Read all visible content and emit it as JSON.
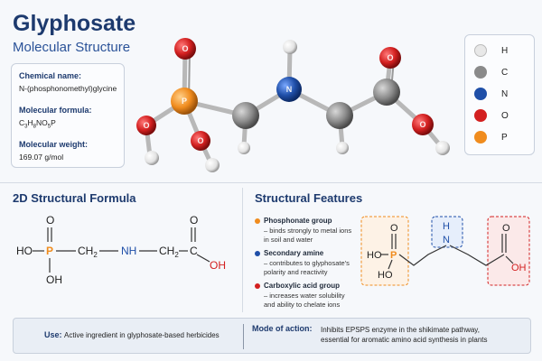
{
  "header": {
    "title": "Glyphosate",
    "subtitle": "Molecular Structure"
  },
  "info": {
    "chem_label": "Chemical name:",
    "chem_value": "N-(phosphonomethyl)glycine",
    "formula_label": "Molecular formula:",
    "formula_value": "C3H8NO5P",
    "weight_label": "Molecular weight:",
    "weight_value": "169.07 g/mol"
  },
  "legend": [
    {
      "symbol": "H",
      "color": "#e8e8e8"
    },
    {
      "symbol": "C",
      "color": "#8a8a8a"
    },
    {
      "symbol": "N",
      "color": "#1f4fa8"
    },
    {
      "symbol": "O",
      "color": "#d32020"
    },
    {
      "symbol": "P",
      "color": "#f08c1e"
    }
  ],
  "formula2d": {
    "title": "2D Structural Formula",
    "top_o1": "O",
    "top_o2": "O",
    "ho": "HO",
    "p": "P",
    "ch2a": "CH",
    "sub2a": "2",
    "nh": "NH",
    "ch2b": "CH",
    "sub2b": "2",
    "c": "C",
    "oh_right": "OH",
    "oh_bottom": "OH"
  },
  "features": {
    "title": "Structural Features",
    "items": [
      {
        "name": "Phosphonate group",
        "desc1": "– binds strongly to metal ions",
        "desc2": "in soil and water",
        "color": "#f08c1e"
      },
      {
        "name": "Secondary amine",
        "desc1": "– contributes to glyphosate's",
        "desc2": "polarity and reactivity",
        "color": "#1f4fa8"
      },
      {
        "name": "Carboxylic acid group",
        "desc1": "– increases water solubility",
        "desc2": "and ability to chelate ions",
        "color": "#d32020"
      }
    ],
    "skeletal": {
      "o_top": "O",
      "p": "P",
      "ho_left": "HO",
      "ho_bottom": "HO",
      "h": "H",
      "n": "N",
      "o_right_top": "O",
      "oh": "OH"
    }
  },
  "bottom": {
    "use_label": "Use:",
    "use_text": "Active ingredient in glyphosate-based herbicides",
    "mode_label": "Mode of action:",
    "mode_line1": "Inhibits EPSPS enzyme in the shikimate pathway,",
    "mode_line2": "essential for aromatic amino acid synthesis in plants"
  }
}
